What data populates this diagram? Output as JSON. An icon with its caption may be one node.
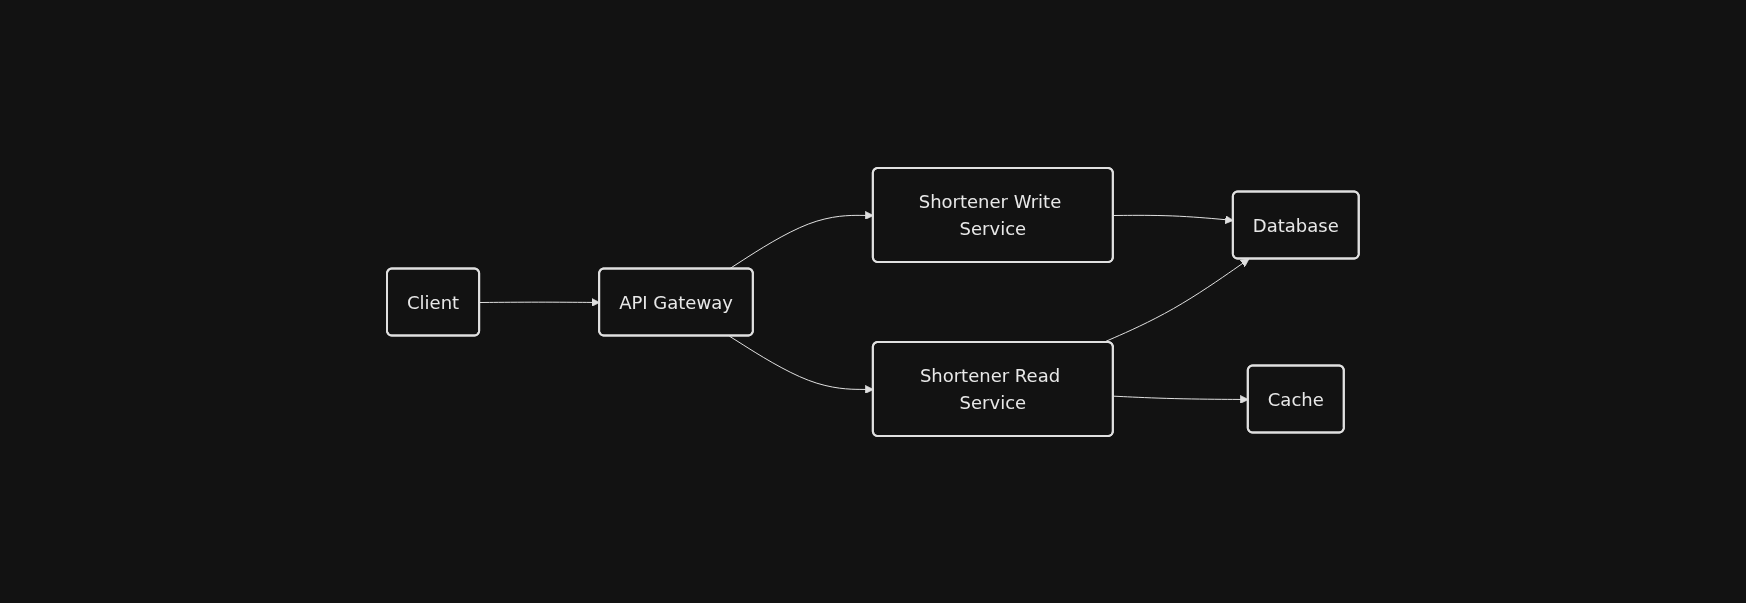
{
  "diagram": {
    "nodes": [
      {
        "text": [
          "Client"
        ]
      },
      {
        "text": [
          "API Gateway"
        ]
      },
      {
        "text": [
          "Shortener Write Service"
        ]
      },
      {
        "text": [
          "Shortener Read Service"
        ]
      },
      {
        "text": [
          "Database"
        ]
      },
      {
        "text": [
          "Cache"
        ]
      }
    ],
    "edges": [
      {
        "from": 0,
        "to": 1,
        "arrow": "to"
      },
      {
        "from": 1,
        "to": 2,
        "arrow": "to"
      },
      {
        "from": 1,
        "to": 3,
        "arrow": "to"
      },
      {
        "from": 2,
        "to": 4,
        "arrow": "to"
      },
      {
        "from": 3,
        "to": 4,
        "arrow": "to"
      },
      {
        "from": 3,
        "to": 5,
        "arrow": "to"
      }
    ]
  }
}
